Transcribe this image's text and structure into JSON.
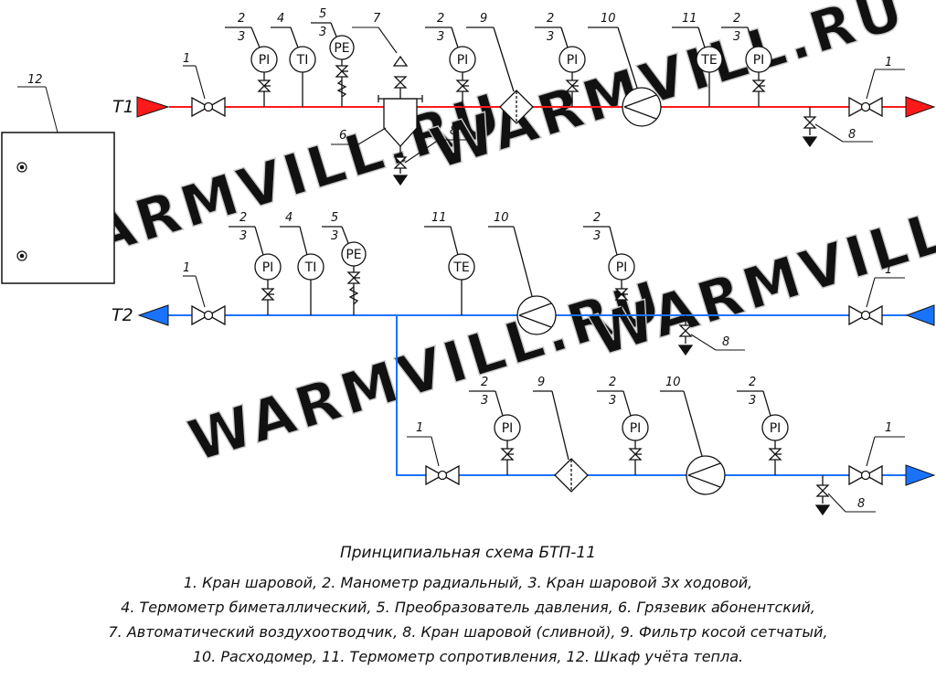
{
  "title": "Принципиальная схема БТП-11",
  "legend_lines": [
    "1. Кран шаровой, 2. Манометр радиальный, 3. Кран шаровой 3х ходовой,",
    "4. Термометр биметаллический, 5. Преобразователь давления, 6. Грязевик абонентский,",
    "7. Автоматический воздухоотводчик, 8. Кран шаровой (сливной), 9. Фильтр косой сетчатый,",
    "10. Расходомер, 11. Термометр сопротивления, 12. Шкаф учёта тепла."
  ],
  "lines": {
    "supply": "Т1",
    "return": "Т2"
  },
  "instrument_labels": {
    "pressure_gauge": "PI",
    "thermometer": "TI",
    "pressure_transmitter": "PE",
    "temp_sensor": "TE"
  },
  "numbers": {
    "n1": "1",
    "n2": "2",
    "n3": "3",
    "n4": "4",
    "n5": "5",
    "n6": "6",
    "n7": "7",
    "n8": "8",
    "n9": "9",
    "n10": "10",
    "n11": "11",
    "n12": "12"
  },
  "watermark": "WARMVILL.RU",
  "colors": {
    "supply": "#ff1a1a",
    "return": "#1a73ff",
    "line": "#111111",
    "watermark": "#c9c9c9"
  }
}
